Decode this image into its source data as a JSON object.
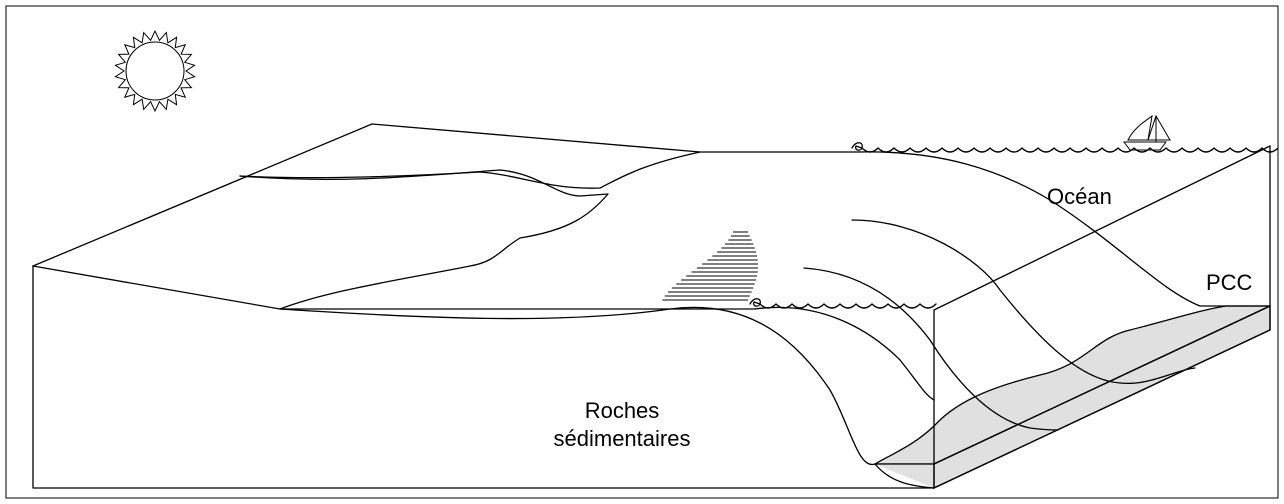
{
  "labels": {
    "ocean": "Océan",
    "pcc": "PCC",
    "rocks_line1": "Roches",
    "rocks_line2": "sédimentaires"
  },
  "colors": {
    "stroke": "#000000",
    "background": "#ffffff",
    "pcc_fill": "#e0e0e0"
  },
  "icons": [
    "sun-icon",
    "sailboat-icon"
  ]
}
